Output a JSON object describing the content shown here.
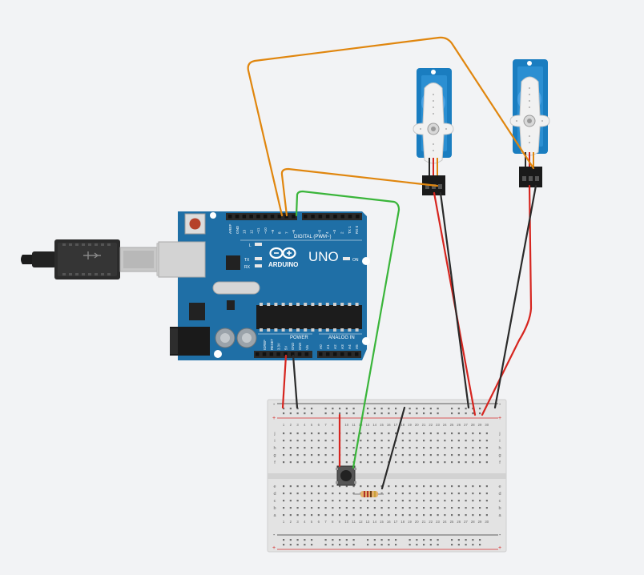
{
  "arduino": {
    "brand": "ARDUINO",
    "model": "UNO",
    "header_digital": "DIGITAL (PWM~)",
    "header_power": "POWER",
    "header_analog": "ANALOG IN",
    "led_on": "ON",
    "led_l": "L",
    "led_tx": "TX",
    "led_rx": "RX",
    "digital_pins": [
      "AREF",
      "GND",
      "13",
      "12",
      "~11",
      "~10",
      "~9",
      "8",
      "7",
      "~6",
      "~5",
      "4",
      "~3",
      "2",
      "TX 1",
      "RX 0"
    ],
    "power_pins": [
      "IOREF",
      "RESET",
      "3.3V",
      "5V",
      "GND",
      "GND",
      "Vin"
    ],
    "analog_pins": [
      "A0",
      "A1",
      "A2",
      "A3",
      "A4",
      "A5"
    ]
  },
  "breadboard": {
    "row_letters_top": [
      "j",
      "i",
      "h",
      "g",
      "f"
    ],
    "row_letters_bottom": [
      "e",
      "d",
      "c",
      "b",
      "a"
    ],
    "columns": [
      "1",
      "2",
      "3",
      "4",
      "5",
      "6",
      "7",
      "8",
      "9",
      "10",
      "11",
      "12",
      "13",
      "14",
      "15",
      "16",
      "17",
      "18",
      "19",
      "20",
      "21",
      "22",
      "23",
      "24",
      "25",
      "26",
      "27",
      "28",
      "29",
      "30"
    ],
    "rail_plus": "+",
    "rail_minus": "-"
  },
  "colors": {
    "board": "#1f6fa6",
    "servo": "#1a7dc0",
    "wire_signal": "#e0860e",
    "wire_power": "#d6251f",
    "wire_ground": "#2a2a2a",
    "wire_button": "#3ab53a",
    "breadboard": "#e6e6e6"
  },
  "components": {
    "usb_cable": "usb-cable-icon",
    "servo": "servo-motor-icon",
    "button": "pushbutton-icon",
    "resistor": "resistor-icon"
  }
}
